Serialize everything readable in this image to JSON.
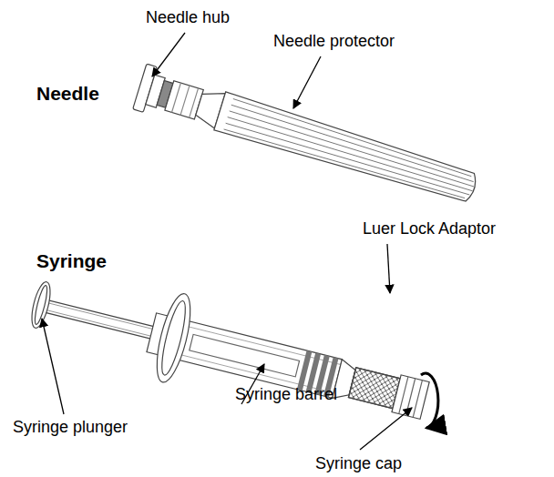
{
  "diagram": {
    "labels": [
      "Needle hub",
      "Needle",
      "Needle protector",
      "Syringe",
      "Luer Lock Adaptor",
      "Syringe plunger",
      "Syringe barrel",
      "Syringe cap"
    ]
  }
}
